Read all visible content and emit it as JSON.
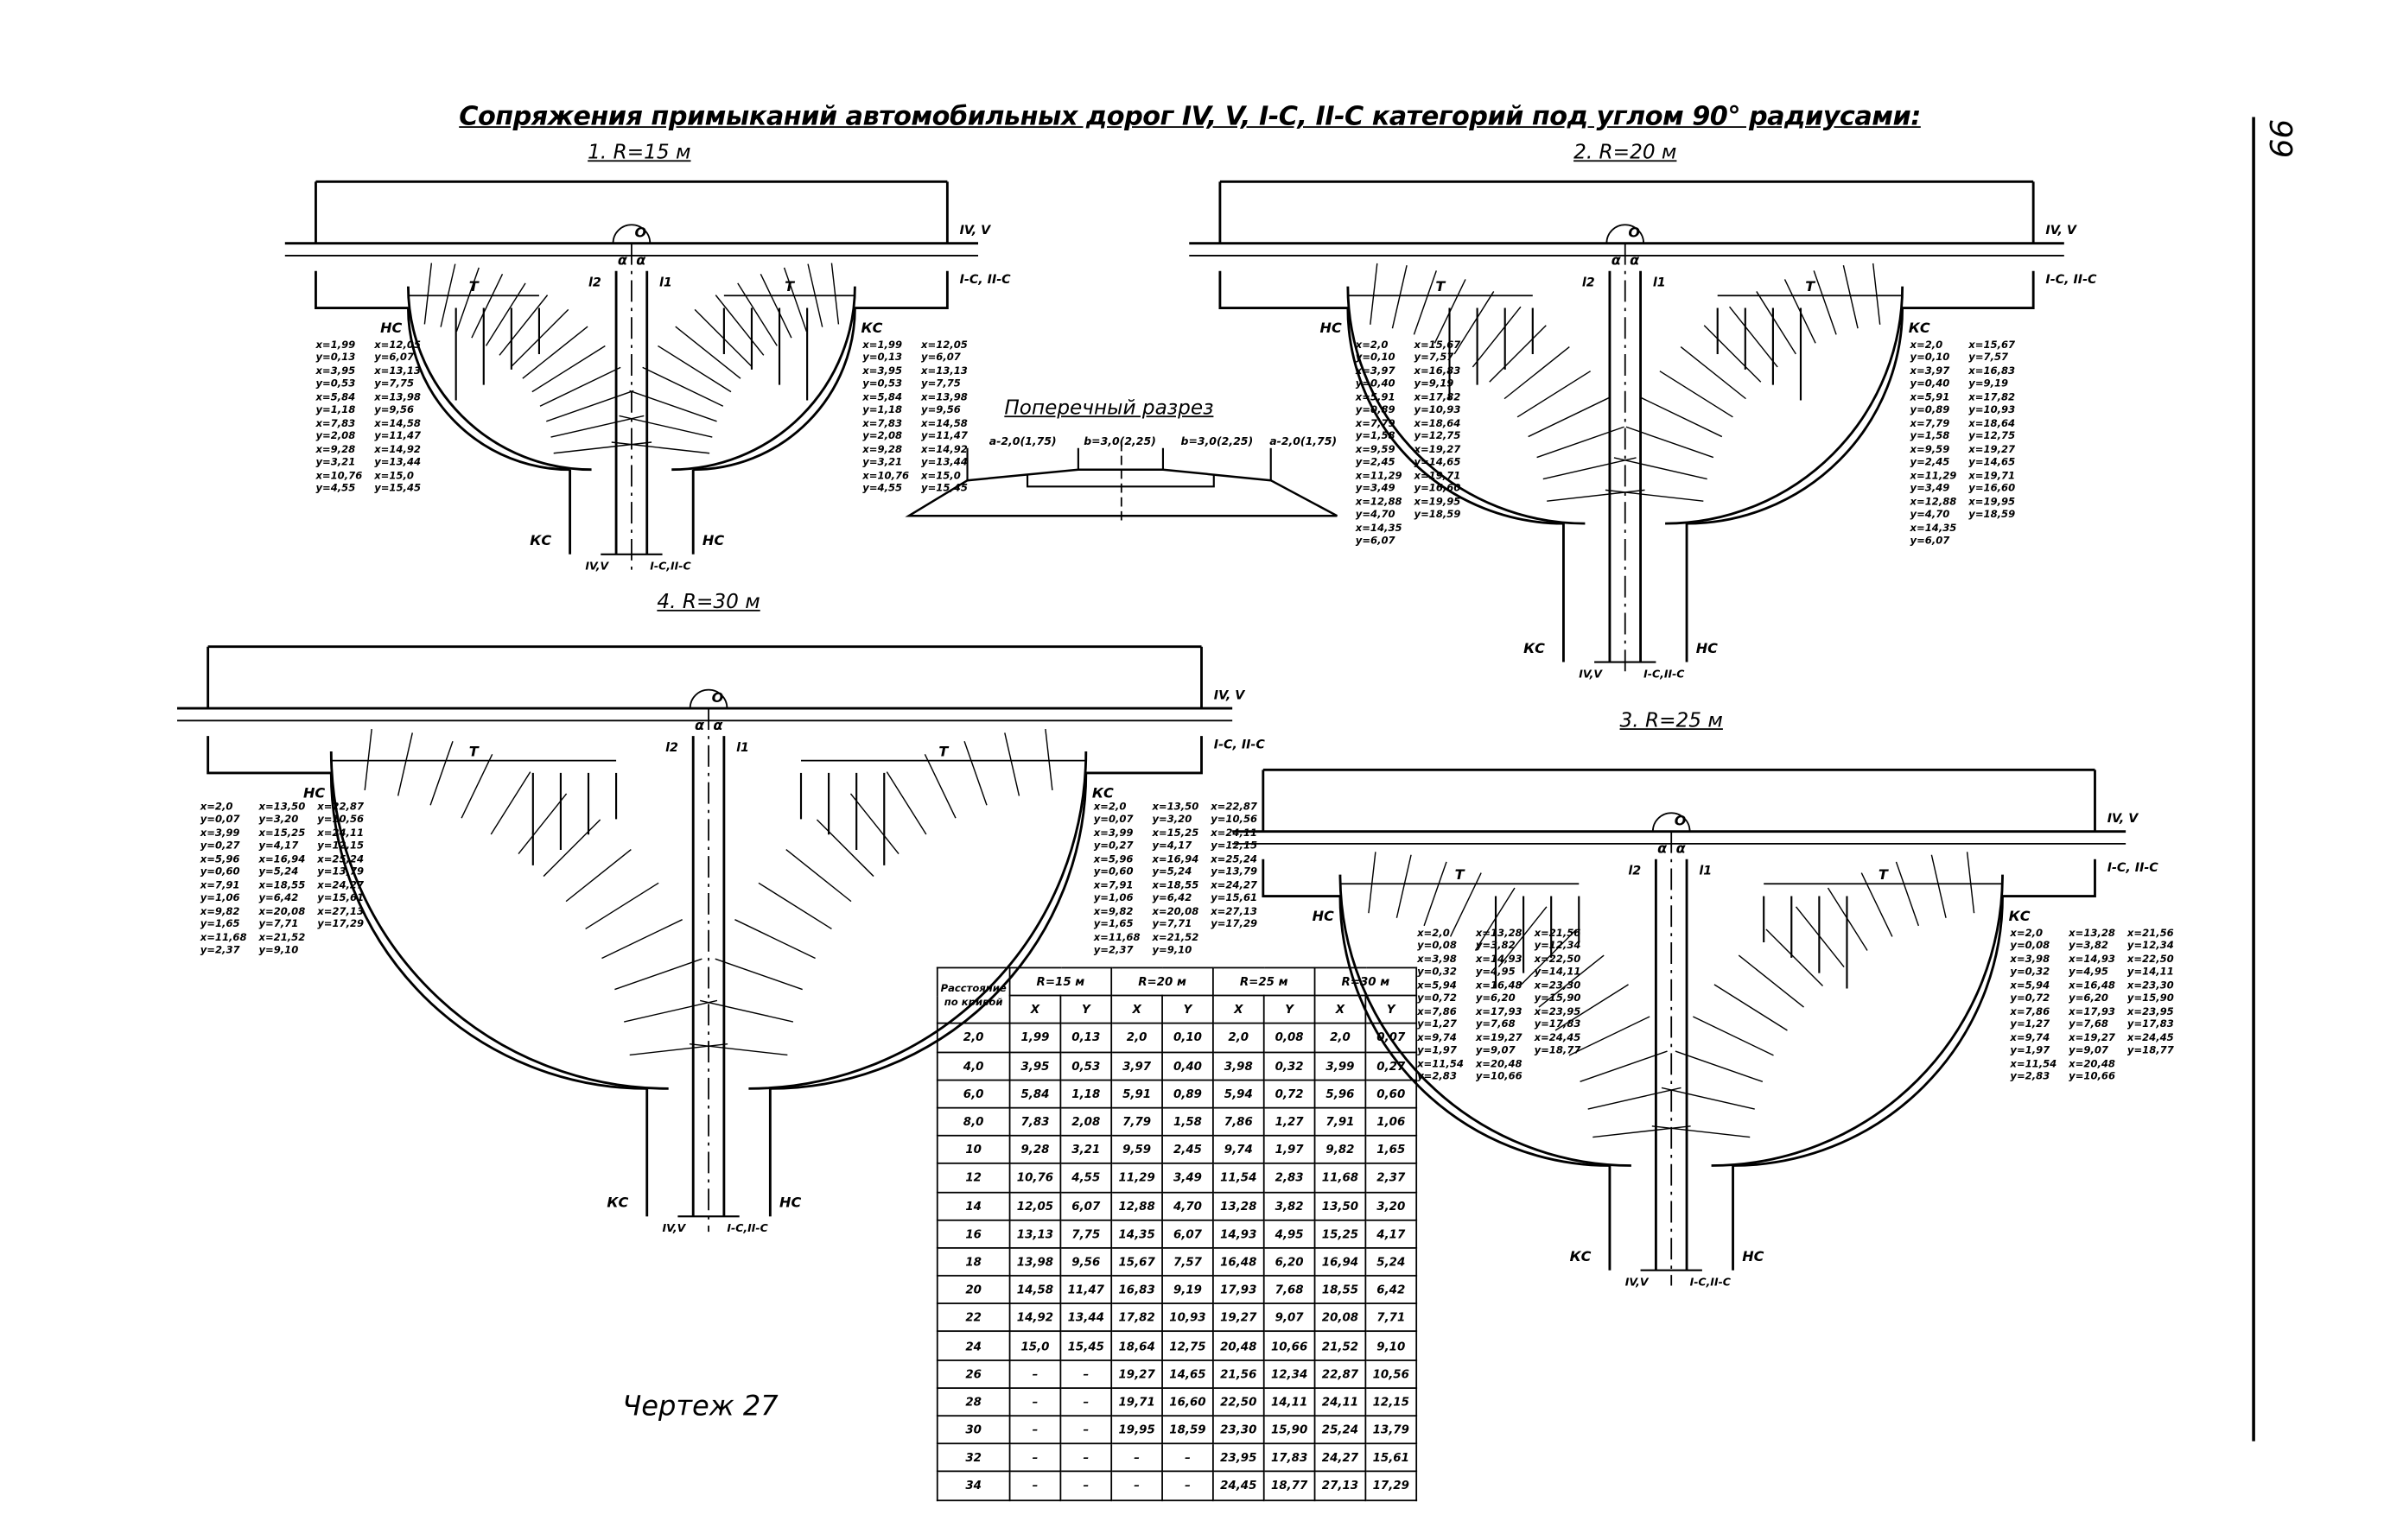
{
  "title": "Сопряжения примыканий автомобильных дорог IV, V, I-C, II-C категорий под углом 90° радиусами:",
  "page_number": "99",
  "drawing_label": "Чертеж 27",
  "cross_section": {
    "title": "Поперечный разрез",
    "dims": [
      "a-2,0(1,75)",
      "b=3,0(2,25)",
      "b=3,0(2,25)",
      "a-2,0(1,75)"
    ]
  },
  "junctions": [
    {
      "label": "1. R=15 м",
      "key": "r15"
    },
    {
      "label": "2. R=20 м",
      "key": "r20"
    },
    {
      "label": "3. R=25 м",
      "key": "r25"
    },
    {
      "label": "4. R=30 м",
      "key": "r30"
    }
  ],
  "road_labels": {
    "main": "IV, V",
    "main2": "I-C, II-C",
    "side": "IV,V",
    "side2": "I-C,II-C",
    "start": "НС",
    "end": "КС",
    "tangent": "T",
    "origin": "O",
    "angle": "α",
    "l1": "l1",
    "l2": "l2"
  },
  "table": {
    "header_first": "Расстояние по кривой",
    "groups": [
      "R=15 м",
      "R=20 м",
      "R=25 м",
      "R=30 м"
    ],
    "sub": [
      "X",
      "Y"
    ],
    "rows": [
      [
        "2,0",
        "1,99",
        "0,13",
        "2,0",
        "0,10",
        "2,0",
        "0,08",
        "2,0",
        "0,07"
      ],
      [
        "4,0",
        "3,95",
        "0,53",
        "3,97",
        "0,40",
        "3,98",
        "0,32",
        "3,99",
        "0,27"
      ],
      [
        "6,0",
        "5,84",
        "1,18",
        "5,91",
        "0,89",
        "5,94",
        "0,72",
        "5,96",
        "0,60"
      ],
      [
        "8,0",
        "7,83",
        "2,08",
        "7,79",
        "1,58",
        "7,86",
        "1,27",
        "7,91",
        "1,06"
      ],
      [
        "10",
        "9,28",
        "3,21",
        "9,59",
        "2,45",
        "9,74",
        "1,97",
        "9,82",
        "1,65"
      ],
      [
        "12",
        "10,76",
        "4,55",
        "11,29",
        "3,49",
        "11,54",
        "2,83",
        "11,68",
        "2,37"
      ],
      [
        "14",
        "12,05",
        "6,07",
        "12,88",
        "4,70",
        "13,28",
        "3,82",
        "13,50",
        "3,20"
      ],
      [
        "16",
        "13,13",
        "7,75",
        "14,35",
        "6,07",
        "14,93",
        "4,95",
        "15,25",
        "4,17"
      ],
      [
        "18",
        "13,98",
        "9,56",
        "15,67",
        "7,57",
        "16,48",
        "6,20",
        "16,94",
        "5,24"
      ],
      [
        "20",
        "14,58",
        "11,47",
        "16,83",
        "9,19",
        "17,93",
        "7,68",
        "18,55",
        "6,42"
      ],
      [
        "22",
        "14,92",
        "13,44",
        "17,82",
        "10,93",
        "19,27",
        "9,07",
        "20,08",
        "7,71"
      ],
      [
        "24",
        "15,0",
        "15,45",
        "18,64",
        "12,75",
        "20,48",
        "10,66",
        "21,52",
        "9,10"
      ],
      [
        "26",
        "–",
        "–",
        "19,27",
        "14,65",
        "21,56",
        "12,34",
        "22,87",
        "10,56"
      ],
      [
        "28",
        "–",
        "–",
        "19,71",
        "16,60",
        "22,50",
        "14,11",
        "24,11",
        "12,15"
      ],
      [
        "30",
        "–",
        "–",
        "19,95",
        "18,59",
        "23,30",
        "15,90",
        "25,24",
        "13,79"
      ],
      [
        "32",
        "–",
        "–",
        "–",
        "–",
        "23,95",
        "17,83",
        "24,27",
        "15,61"
      ],
      [
        "34",
        "–",
        "–",
        "–",
        "–",
        "24,45",
        "18,77",
        "27,13",
        "17,29"
      ]
    ]
  }
}
